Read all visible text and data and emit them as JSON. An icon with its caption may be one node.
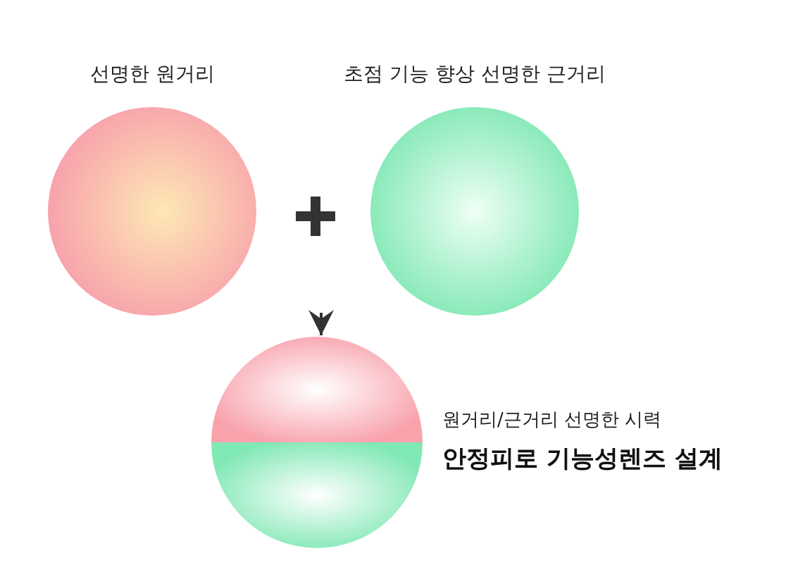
{
  "diagram": {
    "nodes": [
      {
        "text": [
          "선명한 원거리"
        ]
      },
      {
        "text": [
          "초점 기능 향상 선명한 근거리"
        ]
      },
      {
        "text": [
          "원거리/근거리 선명한 시력",
          "안정피로 기능성렌즈 설계"
        ]
      }
    ],
    "edges": [
      {
        "from": null,
        "to": 2,
        "arrow": "to"
      }
    ]
  }
}
